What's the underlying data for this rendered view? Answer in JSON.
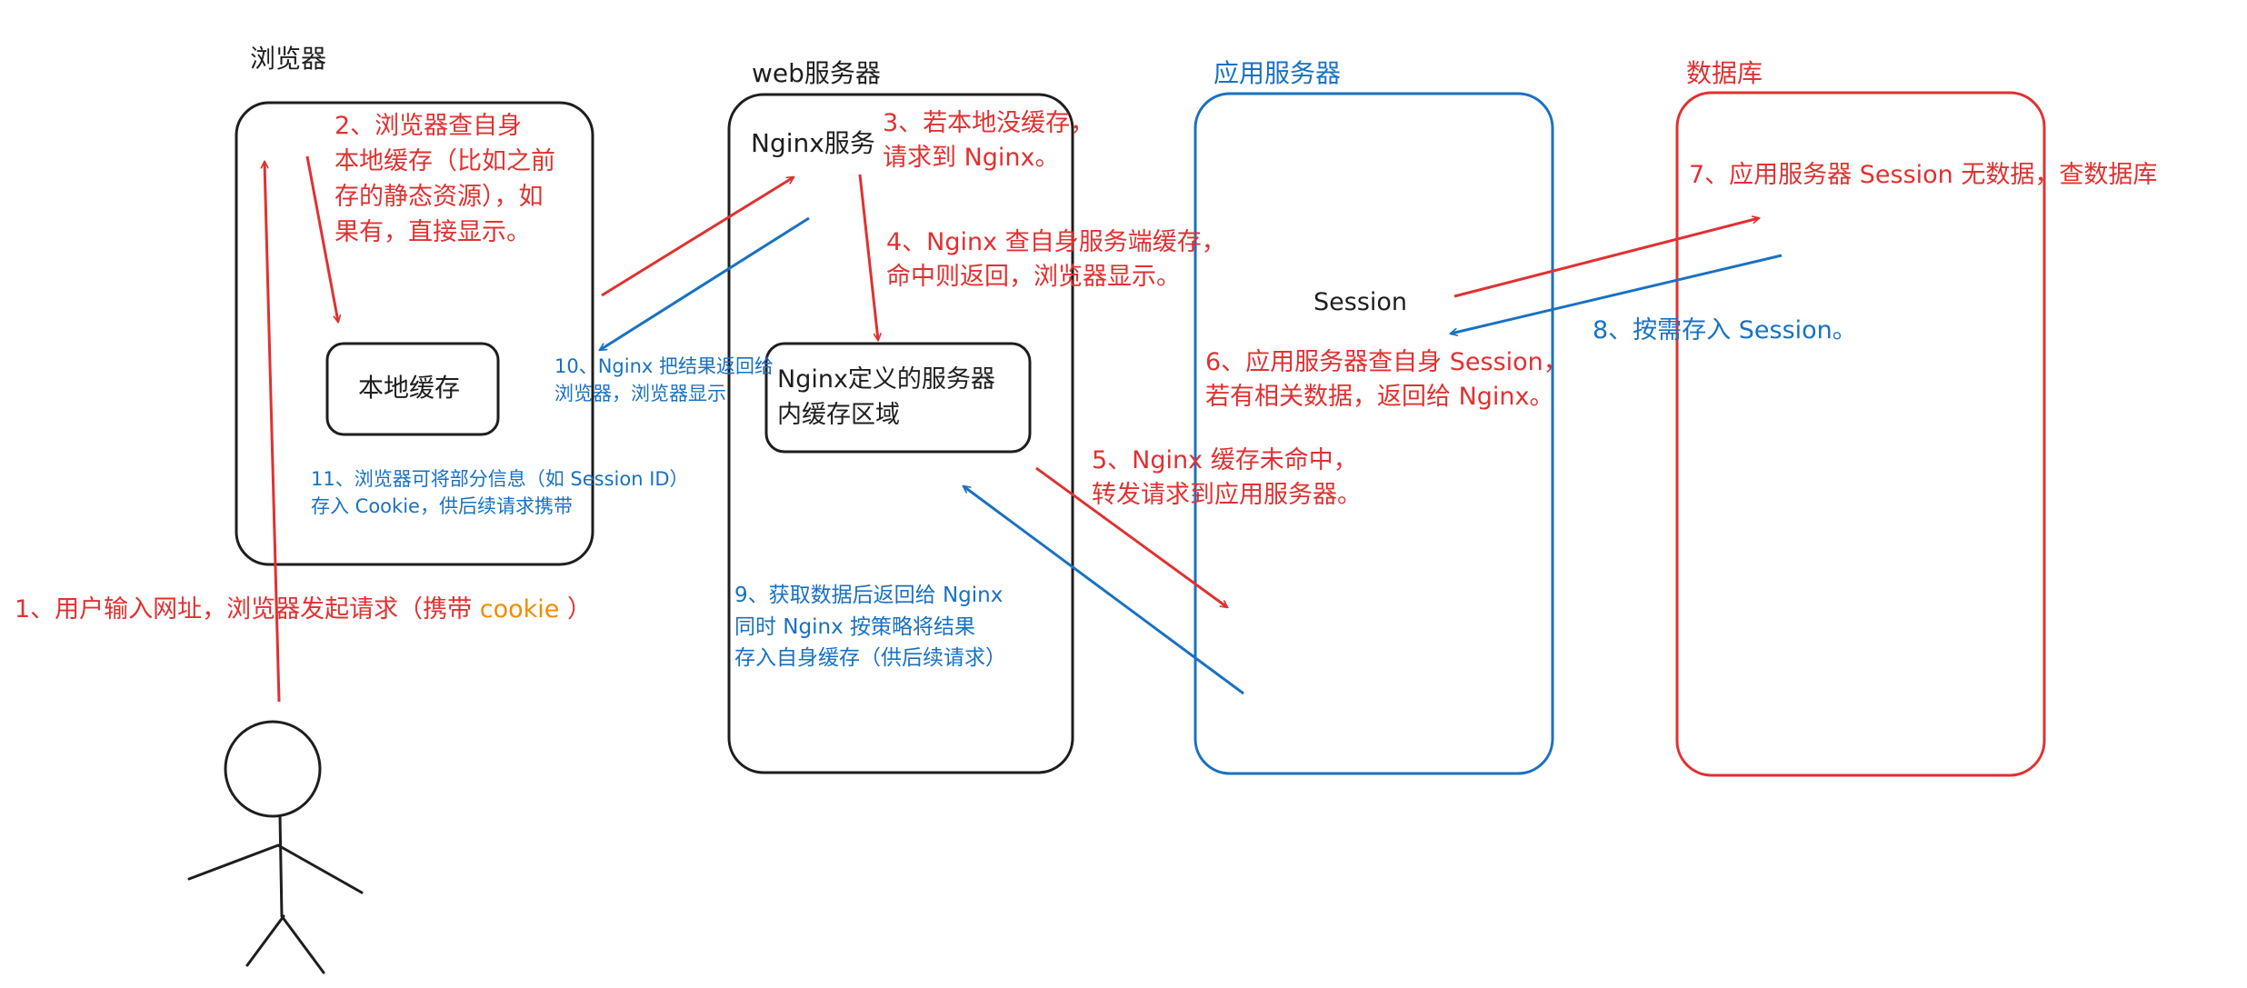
{
  "containers": {
    "browser": "浏览器",
    "web_server": "web服务器",
    "app_server": "应用服务器",
    "database": "数据库"
  },
  "nodes": {
    "local_cache": "本地缓存",
    "nginx_service": "Nginx服务",
    "nginx_cache_l1": "Nginx定义的服务器",
    "nginx_cache_l2": "内缓存区域",
    "session": "Session"
  },
  "steps": {
    "s1_pre": "1、用户输入网址，浏览器发起请求（携带 ",
    "s1_cookie": "cookie",
    "s1_post": " ）",
    "s2": [
      "2、浏览器查自身",
      "本地缓存（比如之前",
      "存的静态资源），如",
      "果有，直接显示。"
    ],
    "s3": [
      "3、若本地没缓存，",
      "请求到 Nginx。"
    ],
    "s4": [
      "4、Nginx 查自身服务端缓存，",
      "命中则返回，浏览器显示。"
    ],
    "s5": [
      "5、Nginx 缓存未命中，",
      "转发请求到应用服务器。"
    ],
    "s6": [
      "6、应用服务器查自身 Session，",
      "若有相关数据，返回给 Nginx。"
    ],
    "s7": "7、应用服务器 Session 无数据，查数据库",
    "s8": "8、按需存入 Session。",
    "s9": [
      "9、获取数据后返回给 Nginx",
      "同时 Nginx 按策略将结果",
      "存入自身缓存（供后续请求）"
    ],
    "s10": [
      "10、Nginx 把结果返回给",
      "浏览器，浏览器显示"
    ],
    "s11": [
      "11、浏览器可将部分信息（如 Session ID）",
      "存入 Cookie，供后续请求携带"
    ]
  },
  "colors": {
    "red": "#e03131",
    "blue": "#1971c2",
    "black": "#1e1e1e",
    "orange": "#f08c00"
  }
}
